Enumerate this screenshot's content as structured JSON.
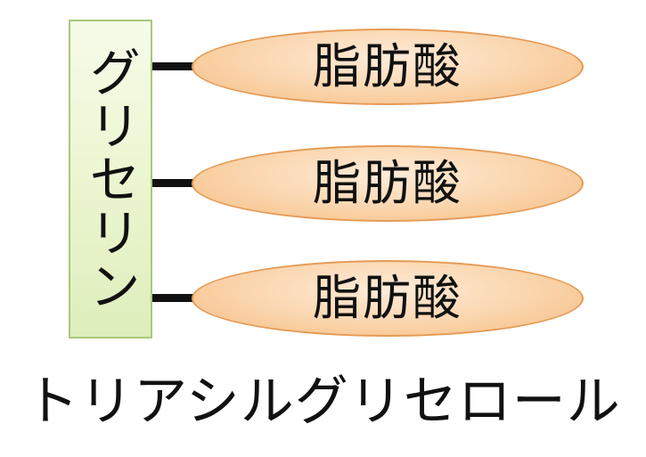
{
  "glycerol": {
    "label": "グリセリン"
  },
  "fatty_acids": [
    {
      "label": "脂肪酸"
    },
    {
      "label": "脂肪酸"
    },
    {
      "label": "脂肪酸"
    }
  ],
  "caption": "トリアシルグリセロール",
  "colors": {
    "glycerol_fill": "#eaf5cf",
    "glycerol_border": "#a9c97a",
    "fatty_acid_fill": "#fbd9b4",
    "fatty_acid_border": "#e59a55",
    "bond": "#111111",
    "text": "#111111"
  }
}
